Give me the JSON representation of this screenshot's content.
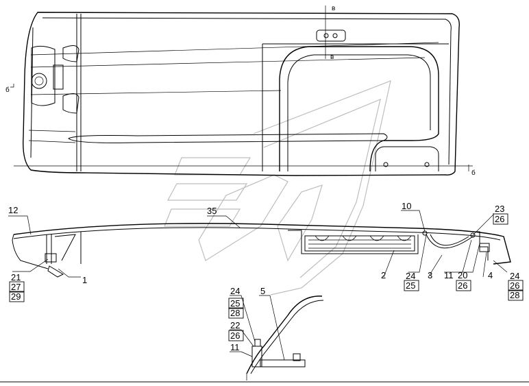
{
  "section_marks": {
    "v_top": "в",
    "v_mid": "в",
    "b_left": "б",
    "b_right": "б"
  },
  "callouts": [
    {
      "id": "c12",
      "label": "12",
      "boxed": false
    },
    {
      "id": "c35",
      "label": "35",
      "boxed": false
    },
    {
      "id": "c10",
      "label": "10",
      "boxed": false
    },
    {
      "id": "c23",
      "label": "23",
      "boxed": false
    },
    {
      "id": "c26a",
      "label": "26",
      "boxed": true
    },
    {
      "id": "c21",
      "label": "21",
      "boxed": false
    },
    {
      "id": "c27",
      "label": "27",
      "boxed": true
    },
    {
      "id": "c29",
      "label": "29",
      "boxed": true
    },
    {
      "id": "c1",
      "label": "1",
      "boxed": false
    },
    {
      "id": "c2",
      "label": "2",
      "boxed": false
    },
    {
      "id": "c24a",
      "label": "24",
      "boxed": false
    },
    {
      "id": "c25a",
      "label": "25",
      "boxed": true
    },
    {
      "id": "c3",
      "label": "3",
      "boxed": false
    },
    {
      "id": "c11a",
      "label": "11",
      "boxed": false
    },
    {
      "id": "c20",
      "label": "20",
      "boxed": false
    },
    {
      "id": "c26b",
      "label": "26",
      "boxed": true
    },
    {
      "id": "c4",
      "label": "4",
      "boxed": false
    },
    {
      "id": "c24b",
      "label": "24",
      "boxed": false
    },
    {
      "id": "c26c",
      "label": "26",
      "boxed": true
    },
    {
      "id": "c28a",
      "label": "28",
      "boxed": true
    },
    {
      "id": "c24c",
      "label": "24",
      "boxed": false
    },
    {
      "id": "c25b",
      "label": "25",
      "boxed": true
    },
    {
      "id": "c28b",
      "label": "28",
      "boxed": true
    },
    {
      "id": "c5",
      "label": "5",
      "boxed": false
    },
    {
      "id": "c22",
      "label": "22",
      "boxed": false
    },
    {
      "id": "c26d",
      "label": "26",
      "boxed": true
    },
    {
      "id": "c11b",
      "label": "11",
      "boxed": false
    }
  ]
}
